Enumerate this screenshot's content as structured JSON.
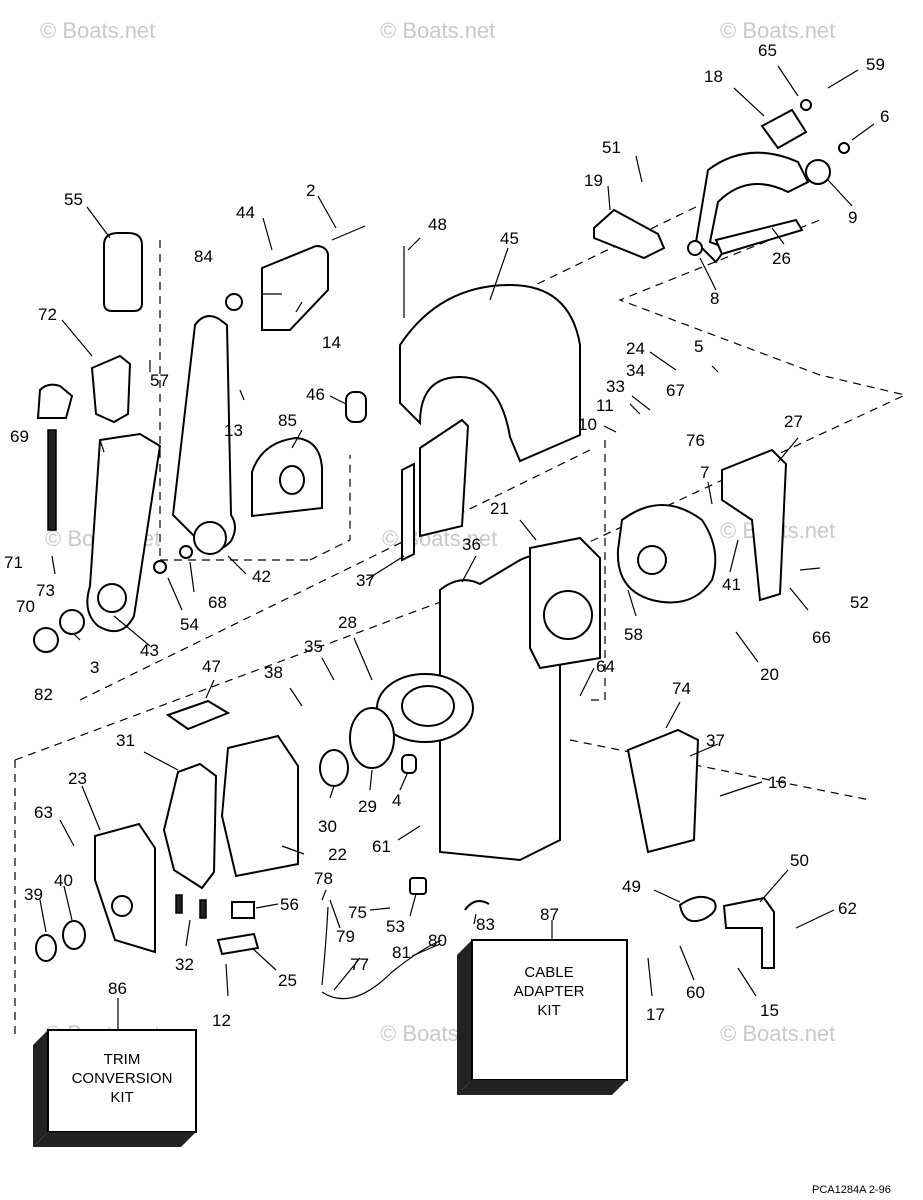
{
  "watermarks": [
    "© Boats.net",
    "© Boats.net",
    "© Boats.net",
    "© Boats.net",
    "© Boats.net",
    "© Boats.net",
    "© Boats.net",
    "© Boats.net",
    "© Boats.net"
  ],
  "kits": {
    "cable_adapter": [
      "CABLE",
      "ADAPTER",
      "KIT"
    ],
    "trim_conversion": [
      "TRIM",
      "CONVERSION",
      "KIT"
    ]
  },
  "footer_code": "PCA1284A   2-96",
  "part_numbers": [
    "2",
    "3",
    "4",
    "5",
    "6",
    "7",
    "8",
    "9",
    "10",
    "11",
    "12",
    "13",
    "14",
    "15",
    "16",
    "17",
    "18",
    "19",
    "20",
    "21",
    "22",
    "23",
    "24",
    "25",
    "26",
    "27",
    "28",
    "29",
    "30",
    "31",
    "32",
    "33",
    "34",
    "35",
    "36",
    "37",
    "37",
    "38",
    "39",
    "40",
    "41",
    "42",
    "43",
    "44",
    "45",
    "46",
    "47",
    "48",
    "49",
    "50",
    "51",
    "52",
    "53",
    "54",
    "55",
    "56",
    "57",
    "58",
    "59",
    "60",
    "61",
    "62",
    "63",
    "64",
    "65",
    "66",
    "67",
    "68",
    "69",
    "70",
    "71",
    "72",
    "73",
    "74",
    "75",
    "76",
    "77",
    "78",
    "79",
    "80",
    "81",
    "82",
    "83",
    "84",
    "85",
    "86",
    "87"
  ]
}
